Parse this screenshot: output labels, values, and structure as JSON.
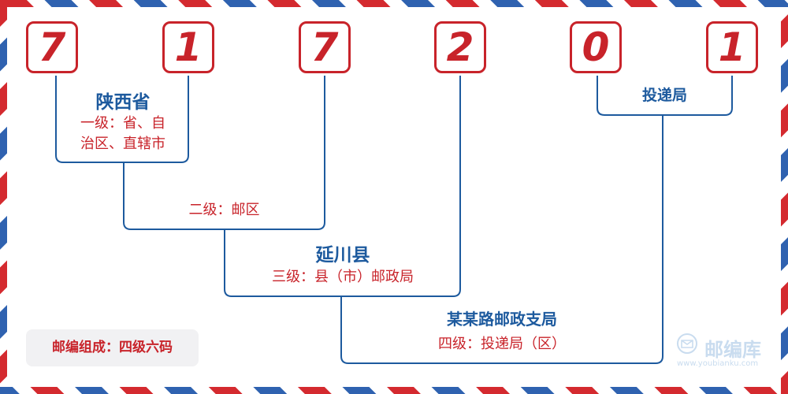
{
  "postcode": {
    "digits": [
      "7",
      "1",
      "7",
      "2",
      "0",
      "1"
    ]
  },
  "levels": {
    "province": {
      "name": "陕西省",
      "desc_line1": "一级：省、自",
      "desc_line2": "治区、直辖市"
    },
    "postal_area": {
      "desc": "二级：邮区"
    },
    "county": {
      "name": "延川县",
      "desc": "三级：县（市）邮政局"
    },
    "branch": {
      "name": "某某路邮政支局",
      "desc": "四级：投递局（区）"
    },
    "delivery": {
      "name": "投递局"
    }
  },
  "legend": {
    "text": "邮编组成：四级六码"
  },
  "watermark": {
    "name": "邮编库",
    "url": "www.youbianku.com",
    "icon": "envelope-circle-icon"
  },
  "colors": {
    "red": "#c8232a",
    "blue": "#1d5a9e",
    "airmail_red": "#d42a2f",
    "airmail_blue": "#2f62b0"
  }
}
